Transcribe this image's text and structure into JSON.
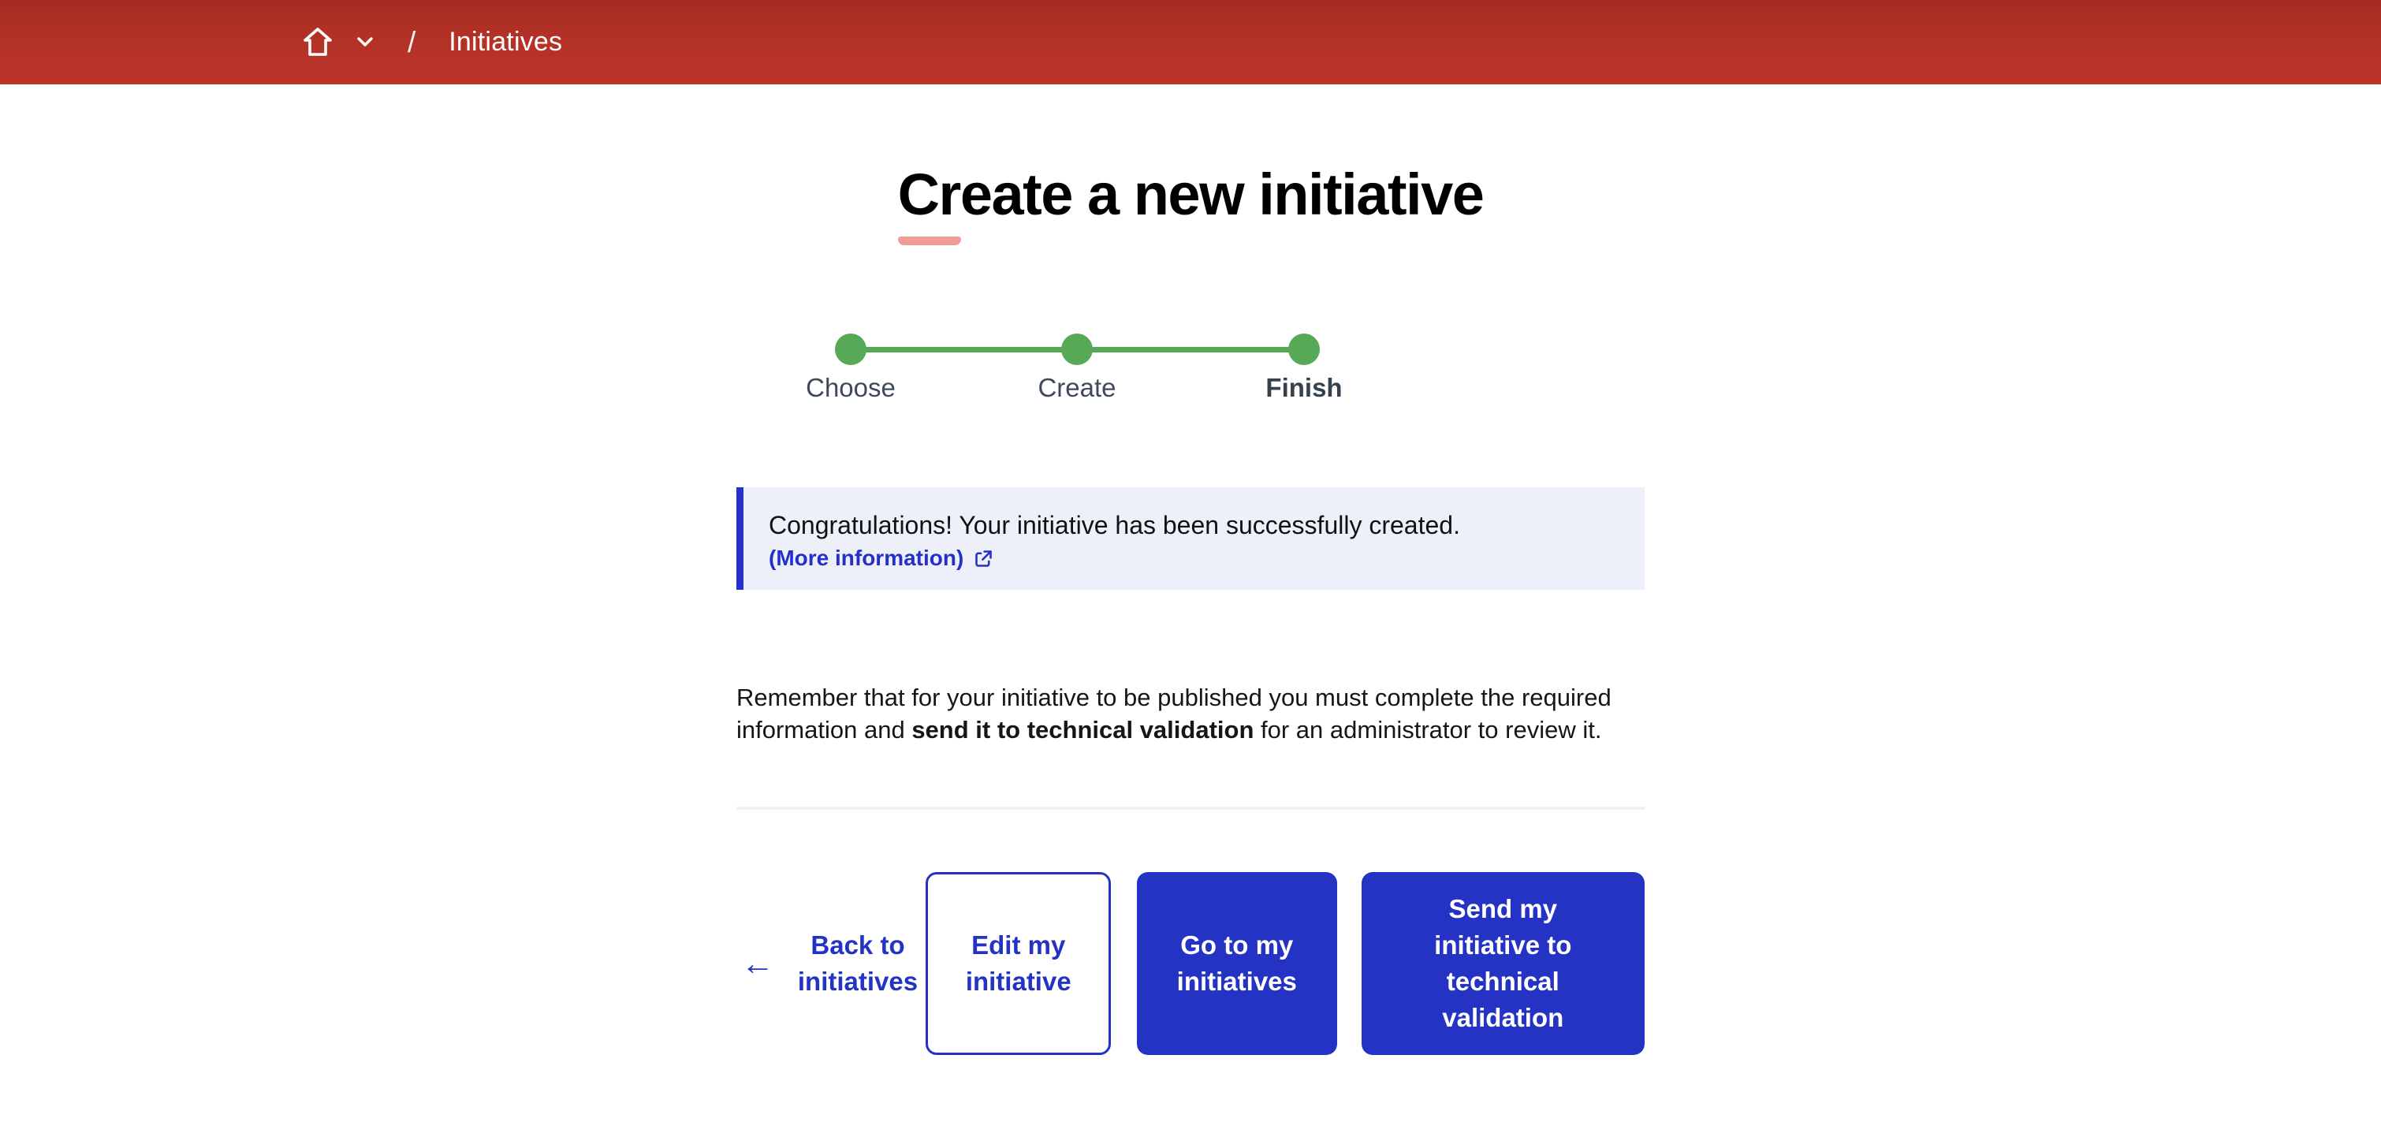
{
  "header": {
    "breadcrumb": {
      "separator": "/",
      "current_page": "Initiatives"
    }
  },
  "page": {
    "title": "Create a new initiative"
  },
  "stepper": {
    "steps": [
      {
        "label": "Choose"
      },
      {
        "label": "Create"
      },
      {
        "label": "Finish"
      }
    ],
    "current_step": "Finish"
  },
  "alert": {
    "message": "Congratulations! Your initiative has been successfully created.",
    "link_label": "(More information)"
  },
  "note": {
    "before": "Remember that for your initiative to be published you must complete the required information and ",
    "bold": "send it to technical validation",
    "after": " for an administrator to review it."
  },
  "actions": {
    "back": {
      "arrow": "←",
      "label": "Back to initiatives"
    },
    "edit_label": "Edit my initiative",
    "go_label": "Go to my initiatives",
    "send_label": "Send my initiative to technical validation"
  },
  "colors": {
    "header_red": "#b23126",
    "accent_pink": "#f09b94",
    "step_green": "#57a957",
    "link_blue": "#2430c8",
    "button_blue": "#2533c4",
    "alert_bg": "#eef0f9",
    "alert_border": "#2531cd"
  }
}
